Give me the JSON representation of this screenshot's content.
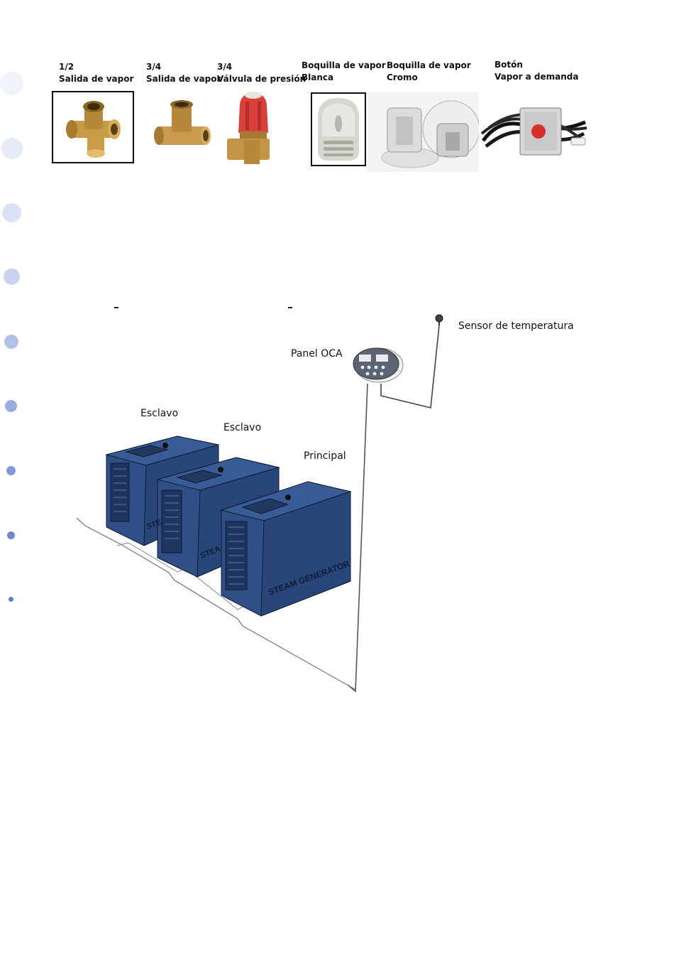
{
  "accessories": [
    {
      "line1": "1/2",
      "line2": "Salida de vapor",
      "icon": "brass-tee-fitting"
    },
    {
      "line1": "3/4",
      "line2": "Salida de vapor",
      "icon": "brass-tee-fitting"
    },
    {
      "line1": "3/4",
      "line2": "Válvula de presión",
      "icon": "pressure-valve"
    },
    {
      "line1": "Boquilla de vapor",
      "line2": "Blanca",
      "icon": "white-steam-nozzle"
    },
    {
      "line1": "Boquilla de vapor",
      "line2": "Cromo",
      "icon": "chrome-steam-nozzle"
    },
    {
      "line1": "Botón",
      "line2": "Vapor a demanda",
      "icon": "steam-on-demand-button"
    }
  ],
  "diagram": {
    "sensor_label": "Sensor de temperatura",
    "panel_label": "Panel OCA",
    "unit1_label": "Esclavo",
    "unit2_label": "Esclavo",
    "unit3_label": "Principal",
    "unit3_brand": "STEAM GENERATOR",
    "unit_brand_partial_1": "STE",
    "unit_brand_partial_2": "STEA"
  },
  "colors": {
    "generator_blue": "#2f4f86",
    "brass": "#c79a45",
    "valve_red": "#d9403a",
    "margin_dot": "#dfe5f6"
  }
}
